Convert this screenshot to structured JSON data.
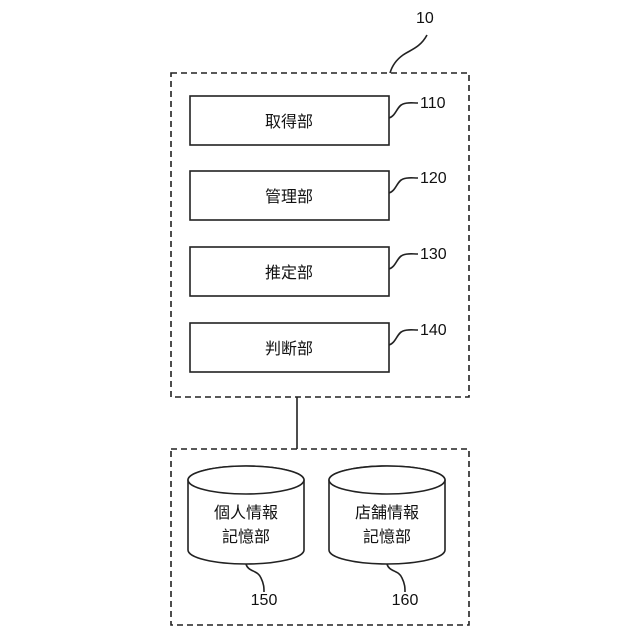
{
  "system": {
    "ref": "10"
  },
  "units": [
    {
      "label": "取得部",
      "ref": "110"
    },
    {
      "label": "管理部",
      "ref": "120"
    },
    {
      "label": "推定部",
      "ref": "130"
    },
    {
      "label": "判断部",
      "ref": "140"
    }
  ],
  "storages": [
    {
      "line1": "個人情報",
      "line2": "記憶部",
      "ref": "150"
    },
    {
      "line1": "店舗情報",
      "line2": "記憶部",
      "ref": "160"
    }
  ]
}
